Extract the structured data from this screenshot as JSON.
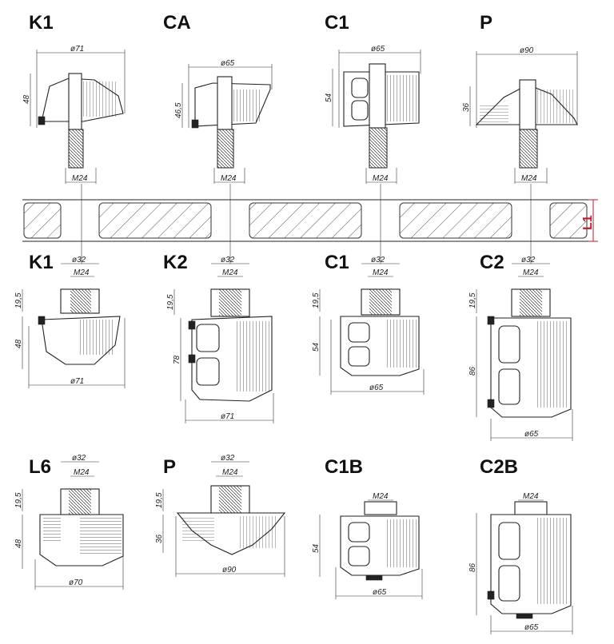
{
  "top_row": [
    {
      "label": "K1",
      "diameter": "ø71",
      "height": "48",
      "thread": "M24"
    },
    {
      "label": "CA",
      "diameter": "ø65",
      "height": "46,5",
      "thread": "M24"
    },
    {
      "label": "C1",
      "diameter": "ø65",
      "height": "54",
      "thread": "M24"
    },
    {
      "label": "P",
      "diameter": "ø90",
      "height": "36",
      "thread": "M24"
    }
  ],
  "plate_label": "L1",
  "middle_row": [
    {
      "label": "K1",
      "top_diameter": "ø32",
      "thread": "M24",
      "collar": "19,5",
      "height": "48",
      "diameter": "ø71"
    },
    {
      "label": "K2",
      "top_diameter": "ø32",
      "thread": "M24",
      "collar": "19,5",
      "height": "78",
      "diameter": "ø71"
    },
    {
      "label": "C1",
      "top_diameter": "ø32",
      "thread": "M24",
      "collar": "19,5",
      "height": "54",
      "diameter": "ø65"
    },
    {
      "label": "C2",
      "top_diameter": "ø32",
      "thread": "M24",
      "collar": "19,5",
      "height": "86",
      "diameter": "ø65"
    }
  ],
  "bottom_row": [
    {
      "label": "L6",
      "top_diameter": "ø32",
      "thread": "M24",
      "collar": "19,5",
      "height": "48",
      "diameter": "ø70"
    },
    {
      "label": "P",
      "top_diameter": "ø32",
      "thread": "M24",
      "collar": "19,5",
      "height": "36",
      "diameter": "ø90"
    },
    {
      "label": "C1B",
      "thread": "M24",
      "height": "54",
      "diameter": "ø65"
    },
    {
      "label": "C2B",
      "thread": "M24",
      "height": "86",
      "diameter": "ø65"
    }
  ]
}
